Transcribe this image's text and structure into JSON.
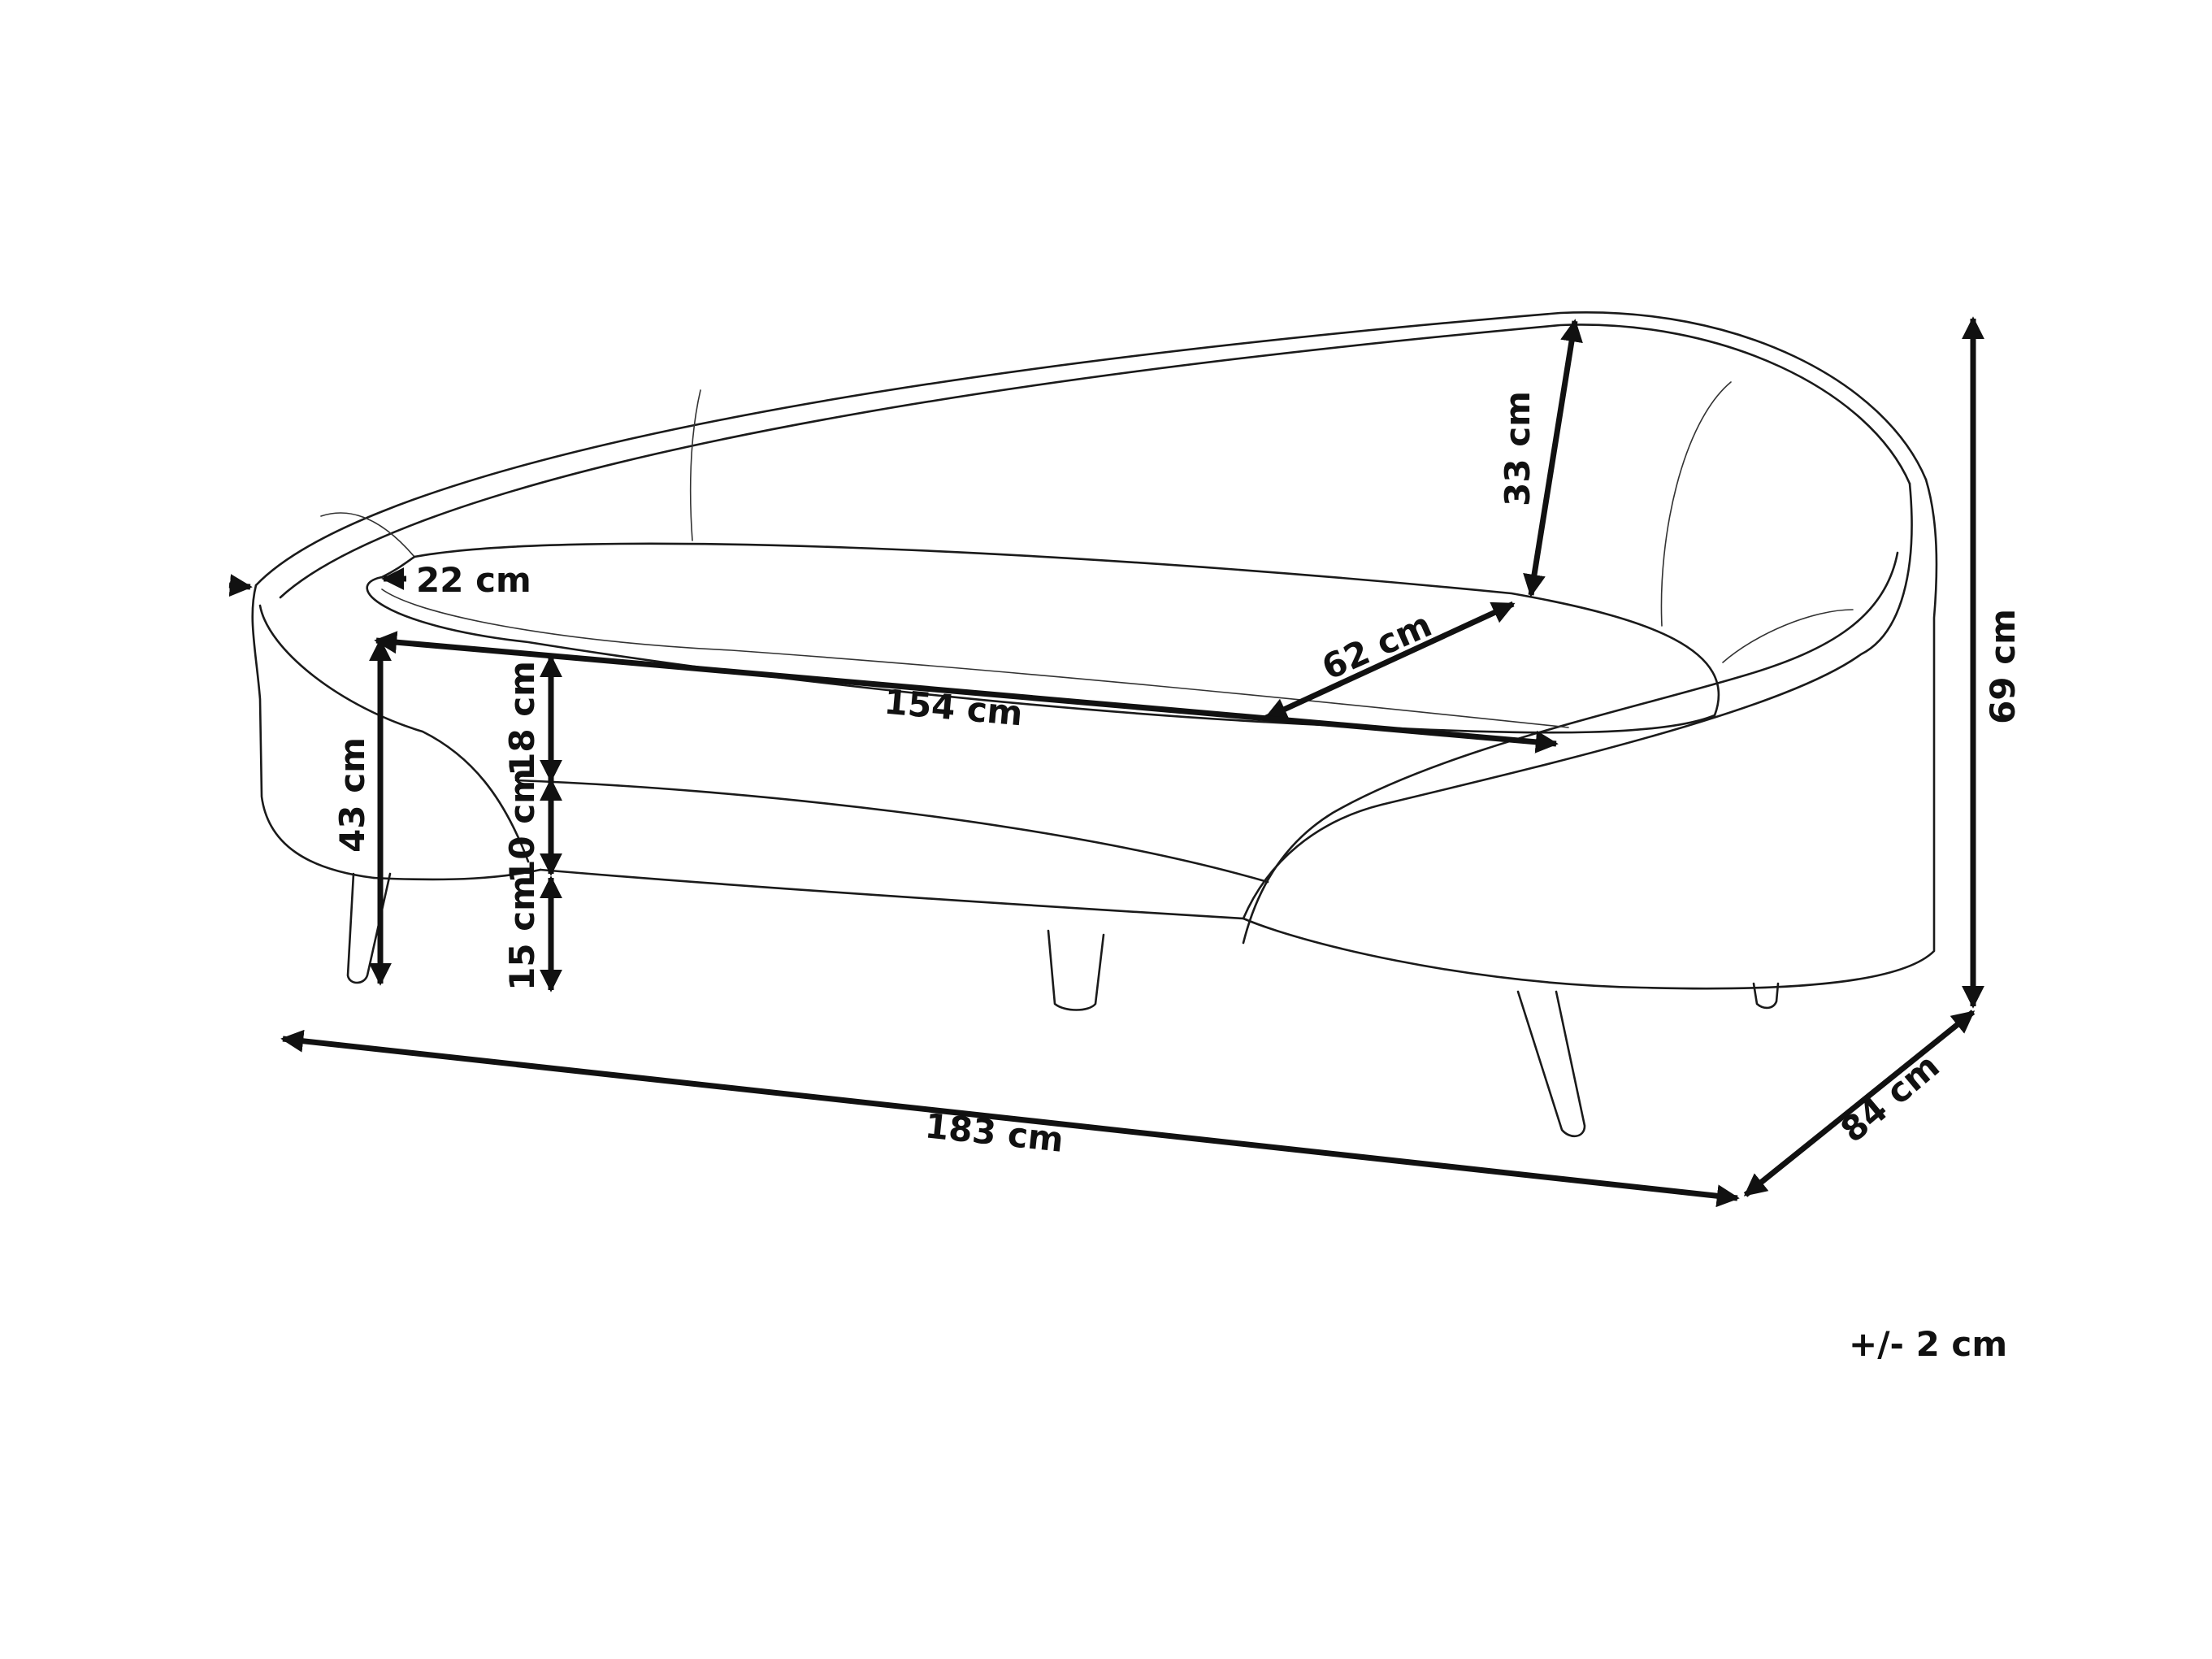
{
  "dimensions": {
    "backrest_height": "33 cm",
    "armrest_width": "22 cm",
    "seat_depth": "62 cm",
    "seat_width": "154 cm",
    "cushion_height": "18 cm",
    "base_height": "10 cm",
    "leg_height": "15 cm",
    "seat_height": "43 cm",
    "total_height": "69 cm",
    "total_width": "183 cm",
    "total_depth": "84 cm"
  },
  "tolerance": "+/- 2 cm",
  "colors": {
    "line": "#1a1a1a",
    "background": "#ffffff"
  }
}
